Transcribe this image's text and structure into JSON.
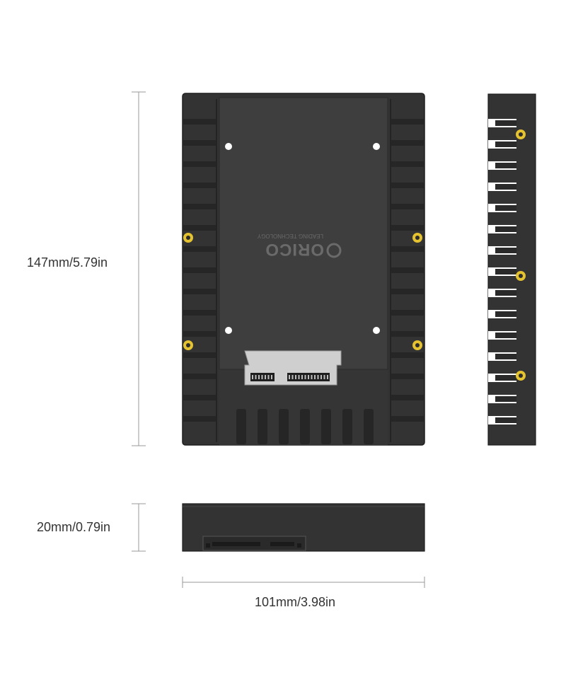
{
  "dimensions": {
    "height": "147mm/5.79in",
    "thickness": "20mm/0.79in",
    "width": "101mm/3.98in"
  },
  "brand": {
    "name": "ORICO",
    "tagline": "LEADING TECHNOLOGY"
  },
  "colors": {
    "body": "#3b3b3b",
    "body_dark": "#2c2c2c",
    "edge": "#1f1f1f",
    "screw": "#e4c230",
    "dimension_line": "#9a9a9a",
    "label_text": "#333333"
  }
}
